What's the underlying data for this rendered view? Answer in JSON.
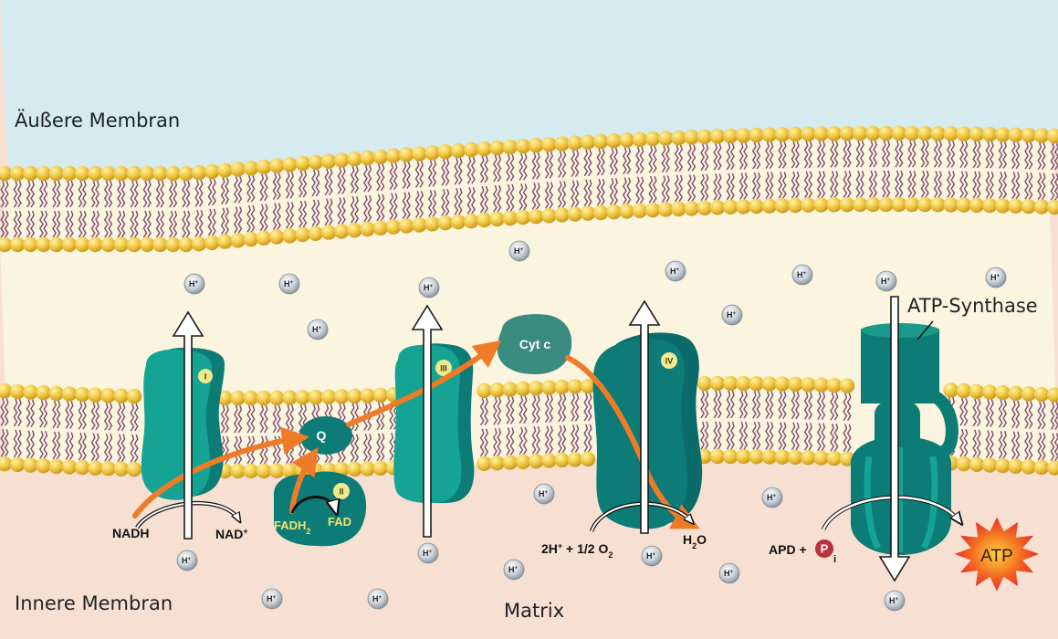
{
  "labels": {
    "outer_membrane": "Äußere Membran",
    "inner_membrane": "Innere Membran",
    "matrix": "Matrix",
    "atp_synthase": "ATP-Synthase",
    "nadh": "NADH",
    "nad_plus": "NAD+",
    "q": "Q",
    "fadh2": "FADH2",
    "fad": "FAD",
    "cyt_c": "Cyt c",
    "oxygen_reaction": "2H+ + 1/2 O2",
    "water": "H2O",
    "apd": "APD +",
    "pi": "Pi",
    "atp": "ATP"
  },
  "complexes": [
    "I",
    "II",
    "III",
    "IV"
  ],
  "proton_label": "H+",
  "colors": {
    "sky": "#d6ebf0",
    "intermembrane": "#fbf4de",
    "matrix": "#f7e0d2",
    "lipid_head": "#efc53f",
    "lipid_tail": "#7a4d6d",
    "protein_teal": "#15a394",
    "protein_dark": "#0d7c76",
    "electron_arrow": "#ef7b27",
    "atp_burst": "#e8202a"
  }
}
